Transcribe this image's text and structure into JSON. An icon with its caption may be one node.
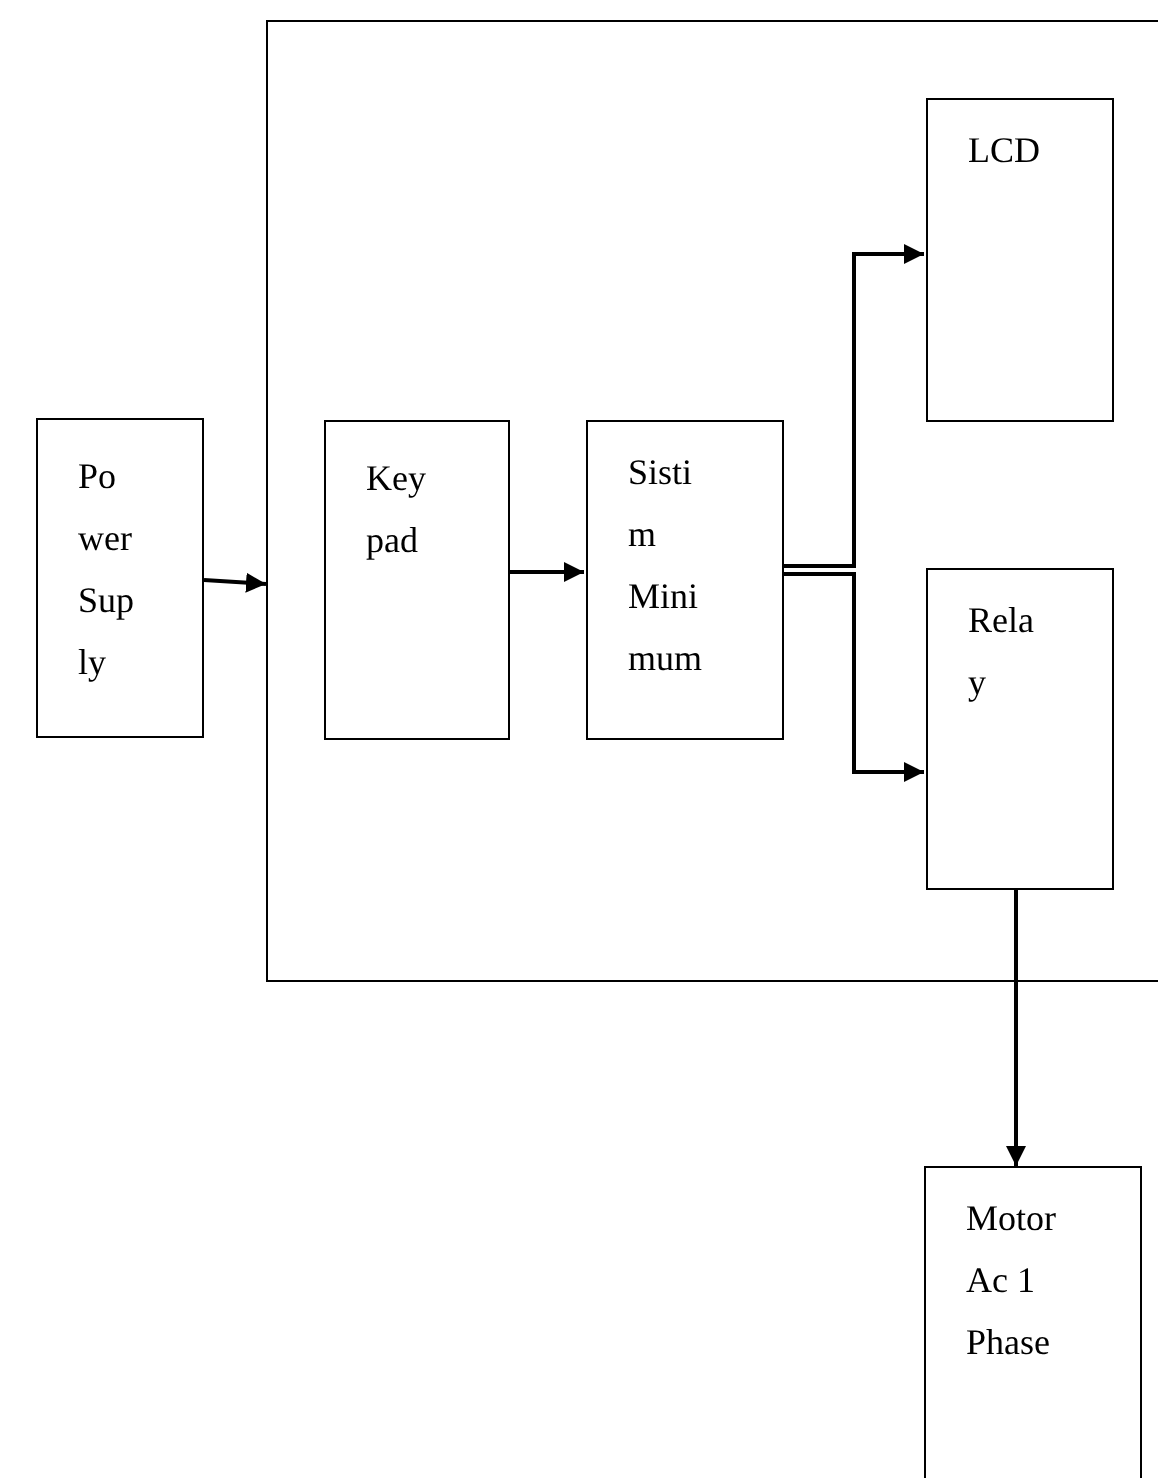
{
  "diagram": {
    "nodes": [
      {
        "text": [
          "Po wer Sup ly"
        ]
      },
      {
        "text": [],
        "shape": "box"
      },
      {
        "text": [
          "Key pad"
        ],
        "in": 1
      },
      {
        "text": [
          "Sisti m Mini mum"
        ],
        "in": 1
      },
      {
        "text": [
          "LCD"
        ],
        "in": 1
      },
      {
        "text": [
          "Rela y"
        ],
        "in": 1
      },
      {
        "text": [
          "Motor Ac 1 Phase"
        ]
      }
    ],
    "edges": [
      {
        "from": 0,
        "to": 1,
        "arrow": "to"
      },
      {
        "from": 2,
        "to": 3,
        "arrow": "to"
      },
      {
        "from": 3,
        "to": 4,
        "arrow": "to"
      },
      {
        "from": 3,
        "to": 5,
        "arrow": "to"
      },
      {
        "from": 5,
        "to": 6,
        "arrow": "to"
      }
    ]
  }
}
